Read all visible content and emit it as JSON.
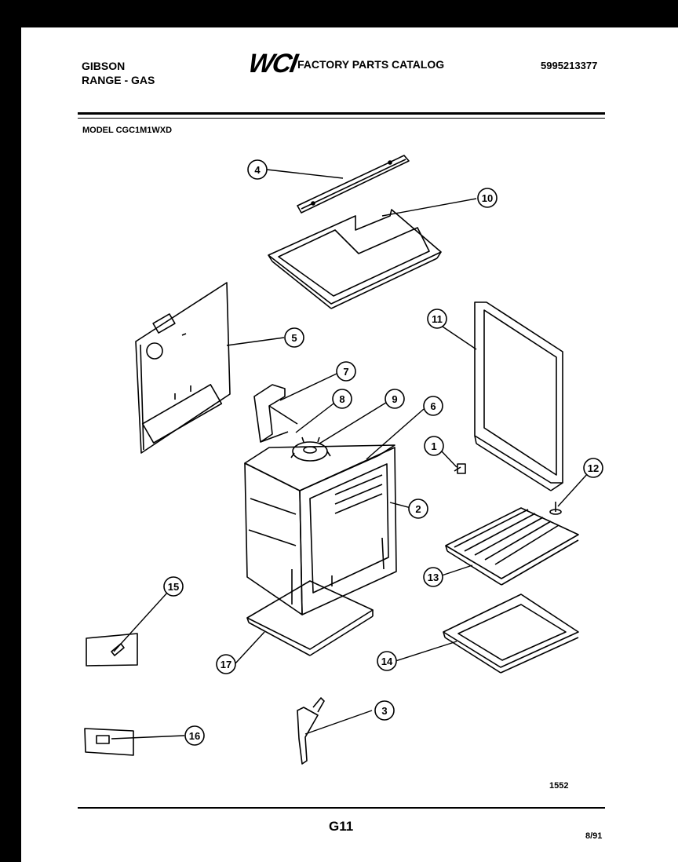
{
  "header": {
    "brand_line1": "GIBSON",
    "brand_line2": "RANGE - GAS",
    "logo": "WCI",
    "catalog_title": "FACTORY PARTS CATALOG",
    "part_number": "5995213377"
  },
  "model": "MODEL CGC1M1WXD",
  "figure_number": "1552",
  "page_code": "G11",
  "date": "8/91",
  "callouts": [
    "1",
    "2",
    "3",
    "4",
    "5",
    "6",
    "7",
    "8",
    "9",
    "10",
    "11",
    "12",
    "13",
    "14",
    "15",
    "16",
    "17"
  ]
}
